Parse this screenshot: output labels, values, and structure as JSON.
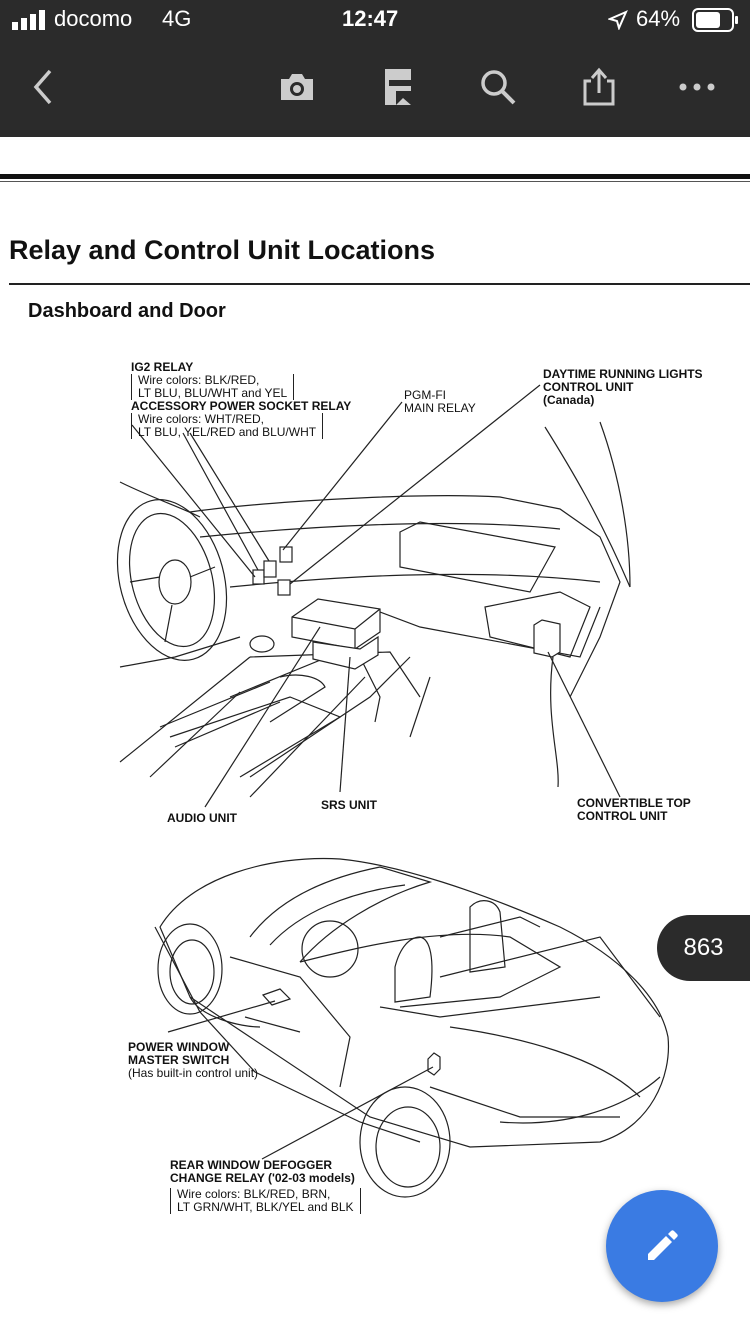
{
  "status_bar": {
    "carrier": "docomo",
    "network": "4G",
    "time": "12:47",
    "battery": "64%"
  },
  "toolbar": {
    "icons": [
      "back-icon",
      "camera-icon",
      "bookmark-icon",
      "search-icon",
      "share-icon",
      "more-icon"
    ]
  },
  "document": {
    "title": "Relay and Control Unit Locations",
    "section": "Dashboard and Door",
    "labels": {
      "ig2_relay": "IG2 RELAY",
      "ig2_wires_1": "Wire colors: BLK/RED,",
      "ig2_wires_2": "LT BLU, BLU/WHT and YEL",
      "accessory_relay": "ACCESSORY POWER SOCKET RELAY",
      "accessory_wires_1": "Wire colors: WHT/RED,",
      "accessory_wires_2": "LT BLU, YEL/RED and BLU/WHT",
      "pgmfi_1": "PGM-FI",
      "pgmfi_2": "MAIN RELAY",
      "drl_1": "DAYTIME RUNNING LIGHTS",
      "drl_2": "CONTROL UNIT",
      "drl_3": "(Canada)",
      "audio_unit": "AUDIO UNIT",
      "srs_unit": "SRS UNIT",
      "convertible_1": "CONVERTIBLE TOP",
      "convertible_2": "CONTROL UNIT",
      "power_window_1": "POWER WINDOW",
      "power_window_2": "MASTER SWITCH",
      "power_window_3": "(Has built-in control unit)",
      "defogger_1": "REAR WINDOW DEFOGGER",
      "defogger_2": "CHANGE RELAY ('02-03 models)",
      "defogger_wires_1": "Wire colors: BLK/RED, BRN,",
      "defogger_wires_2": "LT GRN/WHT, BLK/YEL and BLK"
    }
  },
  "page_number": "863",
  "fab": {
    "icon": "edit-icon"
  },
  "colors": {
    "bar": "#2b2b2b",
    "fab": "#3a7be3"
  }
}
